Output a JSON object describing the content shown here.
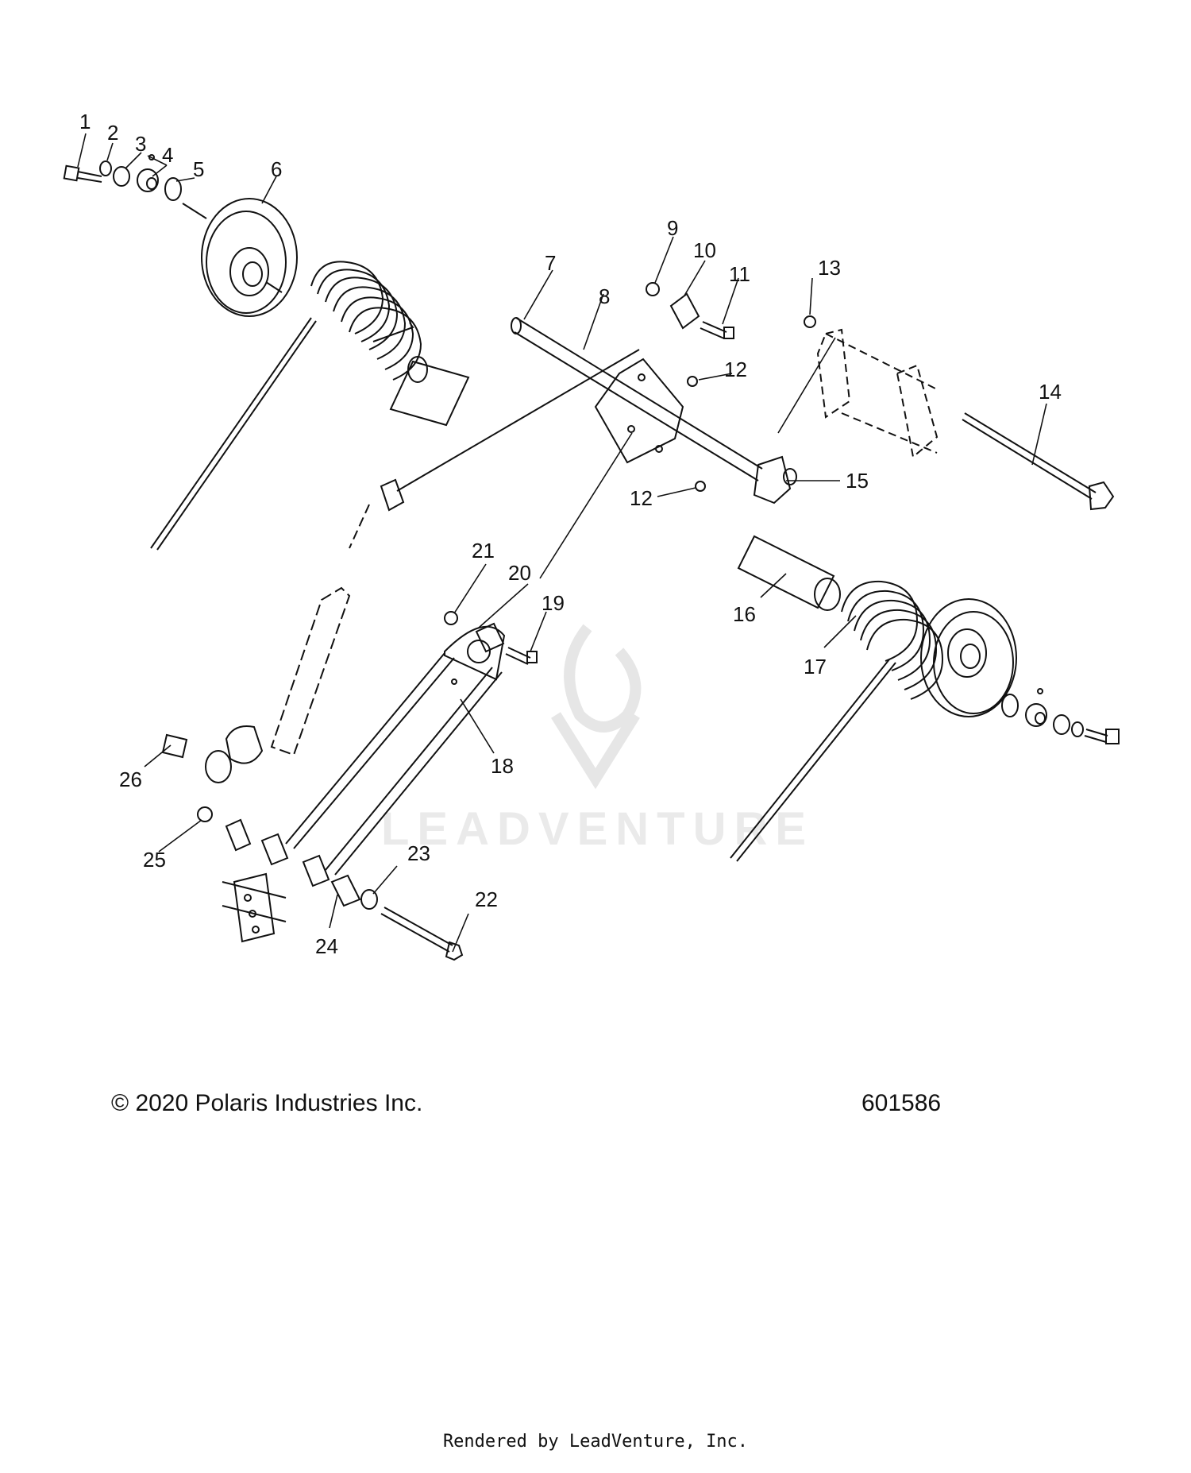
{
  "diagram": {
    "callouts": [
      "1",
      "2",
      "3",
      "4",
      "5",
      "6",
      "7",
      "8",
      "9",
      "10",
      "11",
      "12",
      "12",
      "13",
      "14",
      "15",
      "16",
      "17",
      "18",
      "19",
      "20",
      "21",
      "22",
      "23",
      "24",
      "25",
      "26"
    ],
    "copyright": "© 2020 Polaris Industries Inc.",
    "drawing_number": "601586",
    "watermark": "LEADVENTURE",
    "watermark_logo": "leadventure-flame-logo",
    "rendered_by": "Rendered by LeadVenture, Inc."
  },
  "colors": {
    "line": "#111111",
    "background": "#ffffff",
    "watermark": "#eaeaea"
  }
}
